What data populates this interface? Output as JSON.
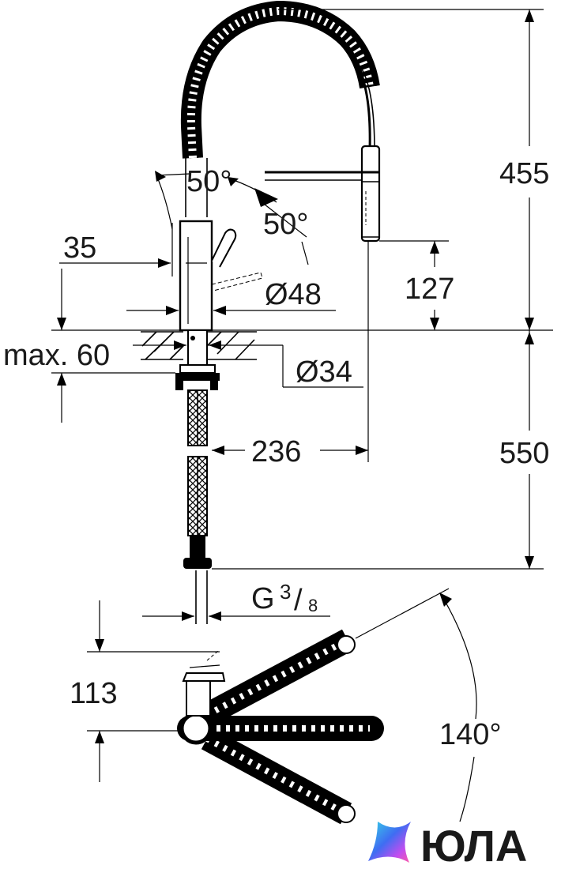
{
  "dimensions": {
    "total_height_upper": "455",
    "spout_drop": "127",
    "lower_height": "550",
    "reach": "236",
    "lever_angle_left": "50°",
    "lever_angle_right": "50°",
    "base_offset": "35",
    "base_diameter": "Ø48",
    "hole_diameter": "Ø34",
    "max_thickness": "max. 60",
    "thread_main": "G",
    "thread_num": "3",
    "thread_slash": "/",
    "thread_den": "8",
    "plan_height": "113",
    "swivel_angle": "140°"
  },
  "logo": {
    "text": "ЮЛА",
    "colors": [
      "#3f6df2",
      "#c04df0",
      "#ff5aa5",
      "#36d6e6"
    ]
  }
}
